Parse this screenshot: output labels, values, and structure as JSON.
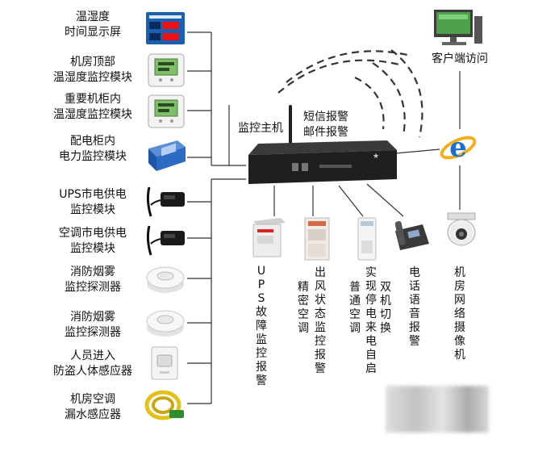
{
  "left_items": [
    {
      "label": "温湿度\n时间显示屏",
      "icon": "led-display-icon"
    },
    {
      "label": "机房顶部\n温湿度监控模块",
      "icon": "temp-humidity-module-icon"
    },
    {
      "label": "重要机柜内\n温湿度监控模块",
      "icon": "temp-humidity-module-icon"
    },
    {
      "label": "配电柜内\n电力监控模块",
      "icon": "power-module-icon"
    },
    {
      "label": "UPS市电供电\n监控模块",
      "icon": "mains-sensor-icon"
    },
    {
      "label": "空调市电供电\n监控模块",
      "icon": "mains-sensor-icon"
    },
    {
      "label": "消防烟雾\n监控探测器",
      "icon": "smoke-detector-icon"
    },
    {
      "label": "消防烟雾\n监控探测器",
      "icon": "smoke-detector-icon"
    },
    {
      "label": "人员进入\n防盗人体感应器",
      "icon": "motion-sensor-icon"
    },
    {
      "label": "机房空调\n漏水感应器",
      "icon": "water-leak-sensor-icon"
    }
  ],
  "host": {
    "label": "监控主机",
    "alerts": "短信报警\n邮件报警"
  },
  "client": {
    "label": "客户端访问"
  },
  "bottom_items": [
    {
      "label": "UPS故障监控报警",
      "icon": "ups-icon"
    },
    {
      "label": "精密空调",
      "icon": "precision-ac-icon"
    },
    {
      "label": "出风状态监控报警",
      "icon": ""
    },
    {
      "label": "普通空调",
      "icon": "normal-ac-icon"
    },
    {
      "label": "实现停电来电自启",
      "icon": ""
    },
    {
      "label": "双机切换",
      "icon": ""
    },
    {
      "label": "电话语音报警",
      "icon": "telephone-icon"
    },
    {
      "label": "机房网络摄像机",
      "icon": "camera-icon"
    }
  ],
  "colors": {
    "line": "#333333",
    "device_body": "#1f1f1f",
    "ie_blue": "#1b6fd1",
    "ie_ring": "#f2b01e"
  }
}
